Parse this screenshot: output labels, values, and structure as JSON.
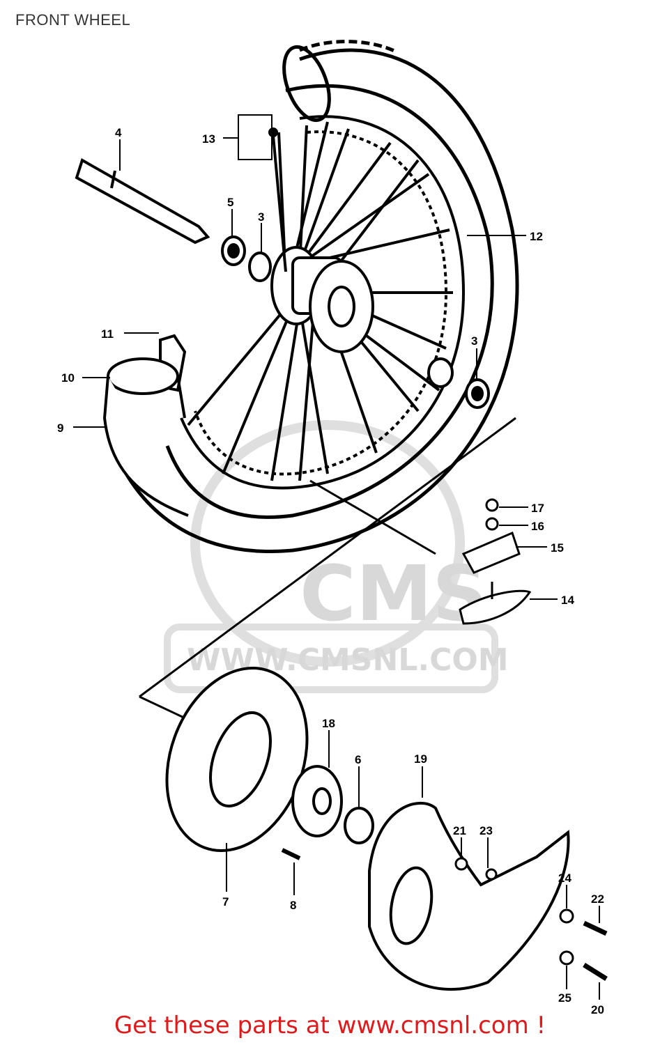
{
  "title": "FRONT WHEEL",
  "footer": "Get these parts at www.cmsnl.com !",
  "watermark": {
    "logo": "CMS",
    "url": "WWW.CMSNL.COM"
  },
  "colors": {
    "footer": "#e0191b",
    "line": "#000000",
    "watermark": "#d4d4d4"
  },
  "callouts": {
    "c1": "4",
    "c2": "13",
    "c3": "5",
    "c4": "3",
    "c5": "12",
    "c6": "11",
    "c7": "10",
    "c8": "9",
    "c9": "3",
    "c10": "17",
    "c11": "16",
    "c12": "15",
    "c13": "14",
    "c14": "18",
    "c15": "6",
    "c16": "19",
    "c17": "21",
    "c18": "23",
    "c19": "24",
    "c20": "22",
    "c21": "7",
    "c22": "8",
    "c23": "25",
    "c24": "20"
  }
}
